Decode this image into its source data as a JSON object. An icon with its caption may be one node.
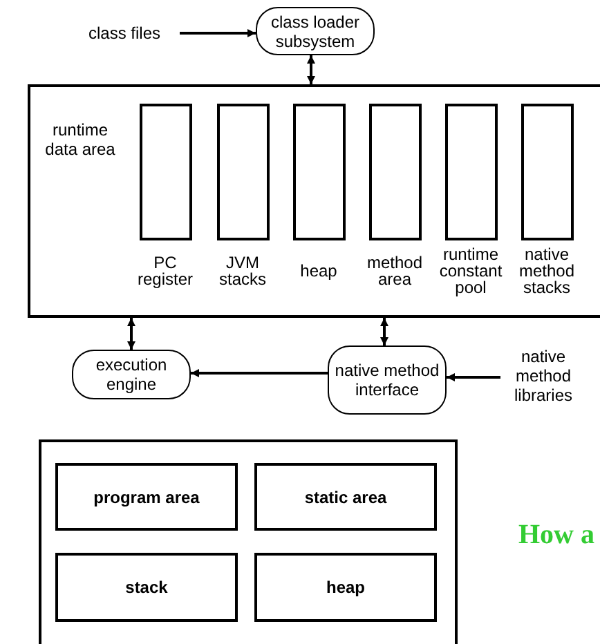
{
  "diagram": {
    "nodes": [
      {
        "text": [
          "class files"
        ]
      },
      {
        "text": [
          "class loader subsystem"
        ]
      },
      {
        "text": [
          "runtime data area"
        ]
      },
      {
        "text": [
          "PC register"
        ],
        "in": 2
      },
      {
        "text": [
          "JVM stacks"
        ],
        "in": 2
      },
      {
        "text": [
          "heap"
        ],
        "in": 2
      },
      {
        "text": [
          "method area"
        ],
        "in": 2
      },
      {
        "text": [
          "runtime constant pool"
        ],
        "in": 2
      },
      {
        "text": [
          "native method stacks"
        ],
        "in": 2
      },
      {
        "text": [
          "execution engine"
        ]
      },
      {
        "text": [
          "native method interface"
        ]
      },
      {
        "text": [
          "native method libraries"
        ]
      },
      {
        "text": [],
        "shape": "box"
      },
      {
        "text": [
          "program area"
        ],
        "in": 12
      },
      {
        "text": [
          "static area"
        ],
        "in": 12
      },
      {
        "text": [
          "stack"
        ],
        "in": 12
      },
      {
        "text": [
          "heap"
        ],
        "in": 12
      }
    ],
    "edges": [
      {
        "from": 0,
        "to": 1,
        "arrow": "to"
      },
      {
        "from": 1,
        "to": 2,
        "arrow": "both"
      },
      {
        "from": 2,
        "to": 9,
        "arrow": "both"
      },
      {
        "from": 2,
        "to": 10,
        "arrow": "both"
      },
      {
        "from": 10,
        "to": 9,
        "arrow": "to"
      },
      {
        "from": 11,
        "to": 10,
        "arrow": "to"
      }
    ],
    "labels": [
      "How a"
    ]
  }
}
